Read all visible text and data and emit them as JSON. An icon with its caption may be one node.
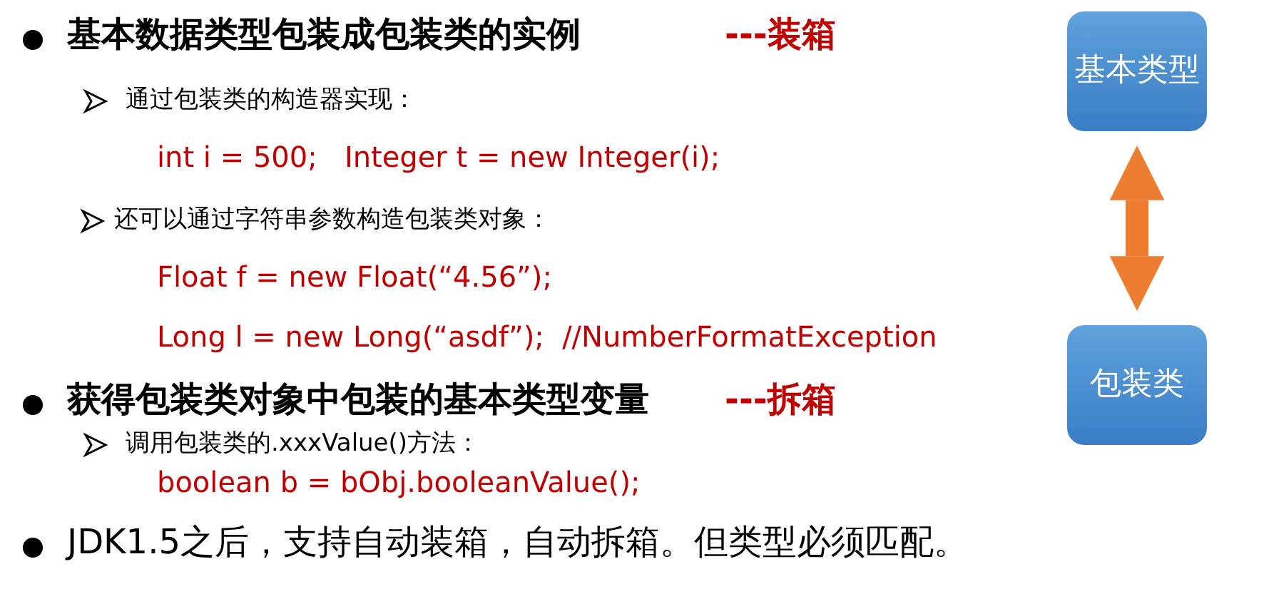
{
  "diagram": {
    "nodes": [
      {
        "text": [
          "基本类型"
        ]
      },
      {
        "text": [
          "包装类"
        ]
      }
    ],
    "edges": [
      {
        "from": 0,
        "to": 1,
        "arrow": "both"
      }
    ],
    "labels": [
      "基本数据类型包装成包装类的实例",
      "---装箱",
      "通过包装类的构造器实现：",
      "int i = 500;   Integer t = new Integer(i);",
      "还可以通过字符串参数构造包装类对象：",
      "Float f = new Float(“4.56”);",
      "Long l = new Long(“asdf”);  //NumberFormatException",
      "获得包装类对象中包装的基本类型变量",
      "---拆箱",
      "调用包装类的.xxxValue()方法：",
      "boolean b = bObj.booleanValue();",
      "JDK1.5之后，支持自动装箱，自动拆箱。但类型必须匹配。"
    ]
  }
}
